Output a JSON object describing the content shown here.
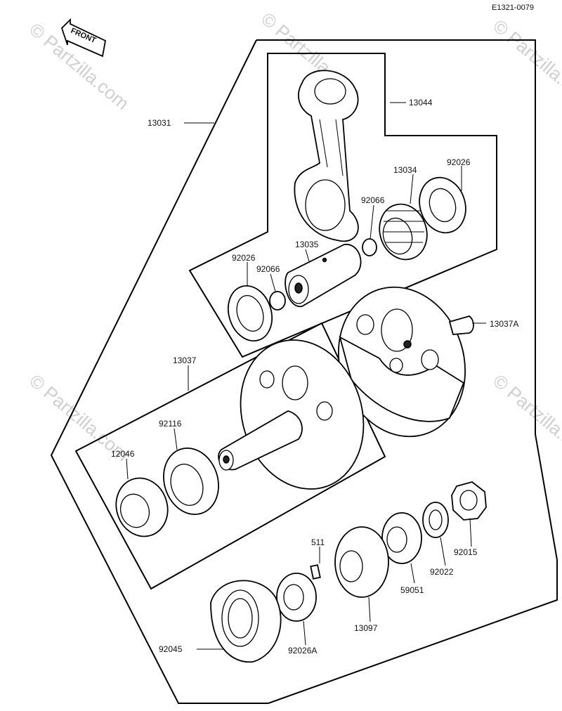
{
  "document_code": "E1321-0079",
  "front_label": "FRONT",
  "watermark": "© Partzilla.com",
  "parts": {
    "p13031": "13031",
    "p13044": "13044",
    "p13034": "13034",
    "p92026_top": "92026",
    "p92066_right": "92066",
    "p13035": "13035",
    "p92026_left": "92026",
    "p92066_left": "92066",
    "p13037A": "13037A",
    "p13037": "13037",
    "p92116": "92116",
    "p12046": "12046",
    "p511": "511",
    "p92015": "92015",
    "p92022": "92022",
    "p59051": "59051",
    "p13097": "13097",
    "p92045": "92045",
    "p92026A": "92026A"
  }
}
